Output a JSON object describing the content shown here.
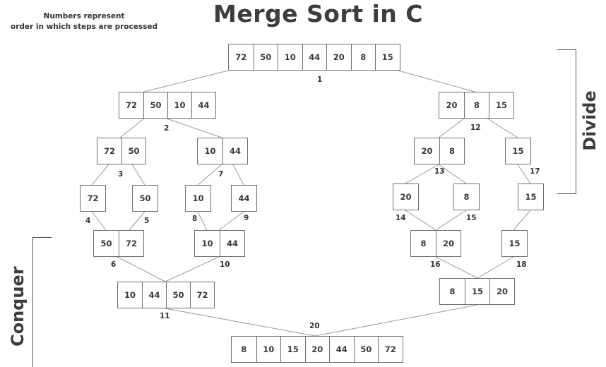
{
  "title": "Merge Sort in C",
  "note": {
    "line1": "Numbers represent",
    "line2": "order in which steps are processed"
  },
  "side_labels": {
    "divide": "Divide",
    "conquer": "Conquer"
  },
  "arrays": {
    "a1": [
      "72",
      "50",
      "10",
      "44",
      "20",
      "8",
      "15"
    ],
    "a2": [
      "72",
      "50",
      "10",
      "44"
    ],
    "a12": [
      "20",
      "8",
      "15"
    ],
    "a3": [
      "72",
      "50"
    ],
    "a7": [
      "10",
      "44"
    ],
    "a13": [
      "20",
      "8"
    ],
    "a17": [
      "15"
    ],
    "a4": [
      "72"
    ],
    "a5": [
      "50"
    ],
    "a8": [
      "10"
    ],
    "a9": [
      "44"
    ],
    "a14": [
      "20"
    ],
    "a15": [
      "8"
    ],
    "a17b": [
      "15"
    ],
    "a6": [
      "50",
      "72"
    ],
    "a10": [
      "10",
      "44"
    ],
    "a16": [
      "8",
      "20"
    ],
    "a18": [
      "15"
    ],
    "a11": [
      "10",
      "44",
      "50",
      "72"
    ],
    "a19": [
      "8",
      "15",
      "20"
    ],
    "a20": [
      "8",
      "10",
      "15",
      "20",
      "44",
      "50",
      "72"
    ]
  },
  "steps": {
    "s1": "1",
    "s2": "2",
    "s3": "3",
    "s4": "4",
    "s5": "5",
    "s6": "6",
    "s7": "7",
    "s8": "8",
    "s9": "9",
    "s10": "10",
    "s11": "11",
    "s12": "12",
    "s13": "13",
    "s14": "14",
    "s15": "15",
    "s16": "16",
    "s17": "17",
    "s18": "18",
    "s20": "20"
  }
}
